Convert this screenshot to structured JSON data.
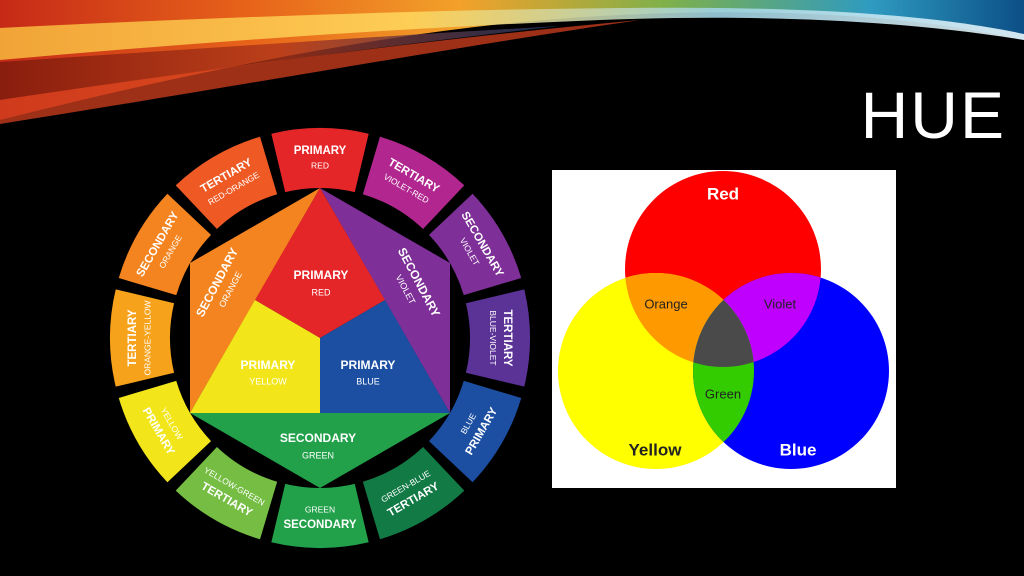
{
  "slide": {
    "title": "HUE"
  },
  "wheel": {
    "segments": [
      {
        "key": "primary-red",
        "type": "PRIMARY",
        "name": "RED",
        "color": "#e52629"
      },
      {
        "key": "tertiary-violet-red",
        "type": "TERTIARY",
        "name": "VIOLET-RED",
        "color": "#b2278f"
      },
      {
        "key": "secondary-violet",
        "type": "SECONDARY",
        "name": "VIOLET",
        "color": "#7e2f98"
      },
      {
        "key": "tertiary-blue-violet",
        "type": "TERTIARY",
        "name": "BLUE-VIOLET",
        "color": "#5b3296"
      },
      {
        "key": "primary-blue",
        "type": "PRIMARY",
        "name": "BLUE",
        "color": "#1c4fa2"
      },
      {
        "key": "tertiary-green-blue",
        "type": "TERTIARY",
        "name": "GREEN-BLUE",
        "color": "#127a45"
      },
      {
        "key": "secondary-green",
        "type": "SECONDARY",
        "name": "GREEN",
        "color": "#22a04a"
      },
      {
        "key": "tertiary-yellow-green",
        "type": "TERTIARY",
        "name": "YELLOW-GREEN",
        "color": "#75bd43"
      },
      {
        "key": "primary-yellow",
        "type": "PRIMARY",
        "name": "YELLOW",
        "color": "#f2e61b"
      },
      {
        "key": "tertiary-orange-yellow",
        "type": "TERTIARY",
        "name": "ORANGE-YELLOW",
        "color": "#f7a21b"
      },
      {
        "key": "secondary-orange",
        "type": "SECONDARY",
        "name": "ORANGE",
        "color": "#f4841f"
      },
      {
        "key": "tertiary-red-orange",
        "type": "TERTIARY",
        "name": "RED-ORANGE",
        "color": "#ef5a24"
      }
    ],
    "center": {
      "primary_red": {
        "type": "PRIMARY",
        "name": "RED",
        "color": "#e52629"
      },
      "primary_yellow": {
        "type": "PRIMARY",
        "name": "YELLOW",
        "color": "#f2e61b"
      },
      "primary_blue": {
        "type": "PRIMARY",
        "name": "BLUE",
        "color": "#1c4fa2"
      },
      "secondary_orange": {
        "type": "SECONDARY",
        "name": "ORANGE",
        "color": "#f4841f"
      },
      "secondary_violet": {
        "type": "SECONDARY",
        "name": "VIOLET",
        "color": "#7e2f98"
      },
      "secondary_green": {
        "type": "SECONDARY",
        "name": "GREEN",
        "color": "#22a04a"
      }
    }
  },
  "venn": {
    "red": {
      "label": "Red",
      "color": "#ff0000"
    },
    "yellow": {
      "label": "Yellow",
      "color": "#ffff00"
    },
    "blue": {
      "label": "Blue",
      "color": "#0000ff"
    },
    "orange": {
      "label": "Orange",
      "color": "#ff9900"
    },
    "violet": {
      "label": "Violet",
      "color": "#bf00ff"
    },
    "green": {
      "label": "Green",
      "color": "#33cc00"
    },
    "center_color": "#4a4a4a"
  }
}
